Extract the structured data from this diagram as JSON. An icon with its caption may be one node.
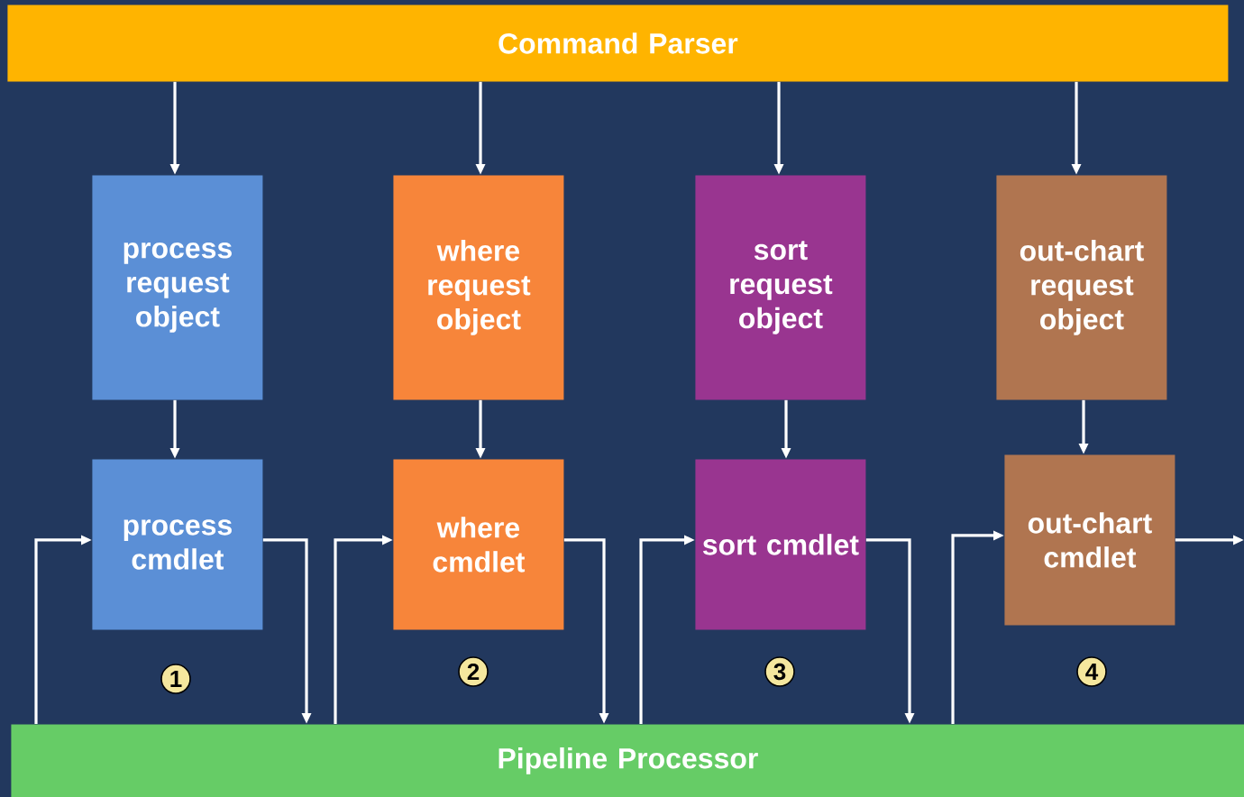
{
  "diagram": {
    "nodes": [
      {
        "text": [
          "Command Parser"
        ]
      },
      {
        "text": [
          "process request object"
        ]
      },
      {
        "text": [
          "where request object"
        ]
      },
      {
        "text": [
          "sort request object"
        ]
      },
      {
        "text": [
          "out-chart request object"
        ]
      },
      {
        "text": [
          "process cmdlet"
        ]
      },
      {
        "text": [
          "where cmdlet"
        ]
      },
      {
        "text": [
          "sort cmdlet"
        ]
      },
      {
        "text": [
          "out-chart cmdlet"
        ]
      },
      {
        "text": [
          "Pipeline Processor"
        ]
      }
    ],
    "edges": [
      {
        "from": 0,
        "to": 1,
        "arrow": "to"
      },
      {
        "from": 0,
        "to": 2,
        "arrow": "to"
      },
      {
        "from": 0,
        "to": 3,
        "arrow": "to"
      },
      {
        "from": 0,
        "to": 4,
        "arrow": "to"
      },
      {
        "from": 1,
        "to": 5,
        "arrow": "to"
      },
      {
        "from": 2,
        "to": 6,
        "arrow": "to"
      },
      {
        "from": 3,
        "to": 7,
        "arrow": "to"
      },
      {
        "from": 4,
        "to": 8,
        "arrow": "to"
      },
      {
        "from": 9,
        "to": 5,
        "arrow": "to"
      },
      {
        "from": 5,
        "to": 9,
        "arrow": "to"
      },
      {
        "from": 9,
        "to": 6,
        "arrow": "to"
      },
      {
        "from": 6,
        "to": 9,
        "arrow": "to"
      },
      {
        "from": 9,
        "to": 7,
        "arrow": "to"
      },
      {
        "from": 7,
        "to": 9,
        "arrow": "to"
      },
      {
        "from": 9,
        "to": 8,
        "arrow": "to"
      },
      {
        "from": 8,
        "to": null,
        "arrow": "to"
      }
    ],
    "labels": [
      "1",
      "2",
      "3",
      "4"
    ]
  }
}
